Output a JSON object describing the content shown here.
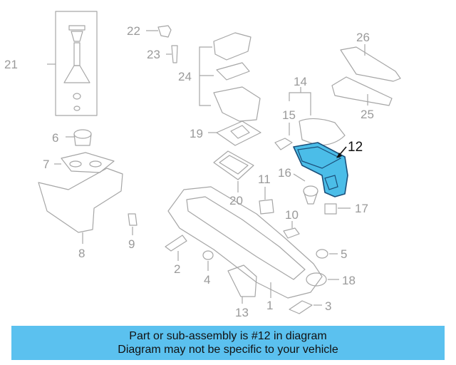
{
  "callouts": {
    "c1": "1",
    "c2": "2",
    "c3": "3",
    "c4": "4",
    "c5": "5",
    "c6": "6",
    "c7": "7",
    "c8": "8",
    "c9": "9",
    "c10": "10",
    "c11": "11",
    "c12": "12",
    "c13": "13",
    "c14": "14",
    "c15": "15",
    "c16": "16",
    "c17": "17",
    "c18": "18",
    "c19": "19",
    "c20": "20",
    "c21": "21",
    "c22": "22",
    "c23": "23",
    "c24": "24",
    "c25": "25",
    "c26": "26"
  },
  "highlighted_part": "12",
  "highlight_color": "#4bbde8",
  "banner": {
    "line1": "Part or sub-assembly is #12 in diagram",
    "line2": "Diagram may not be specific to your vehicle",
    "color": "#5bc1ef"
  }
}
